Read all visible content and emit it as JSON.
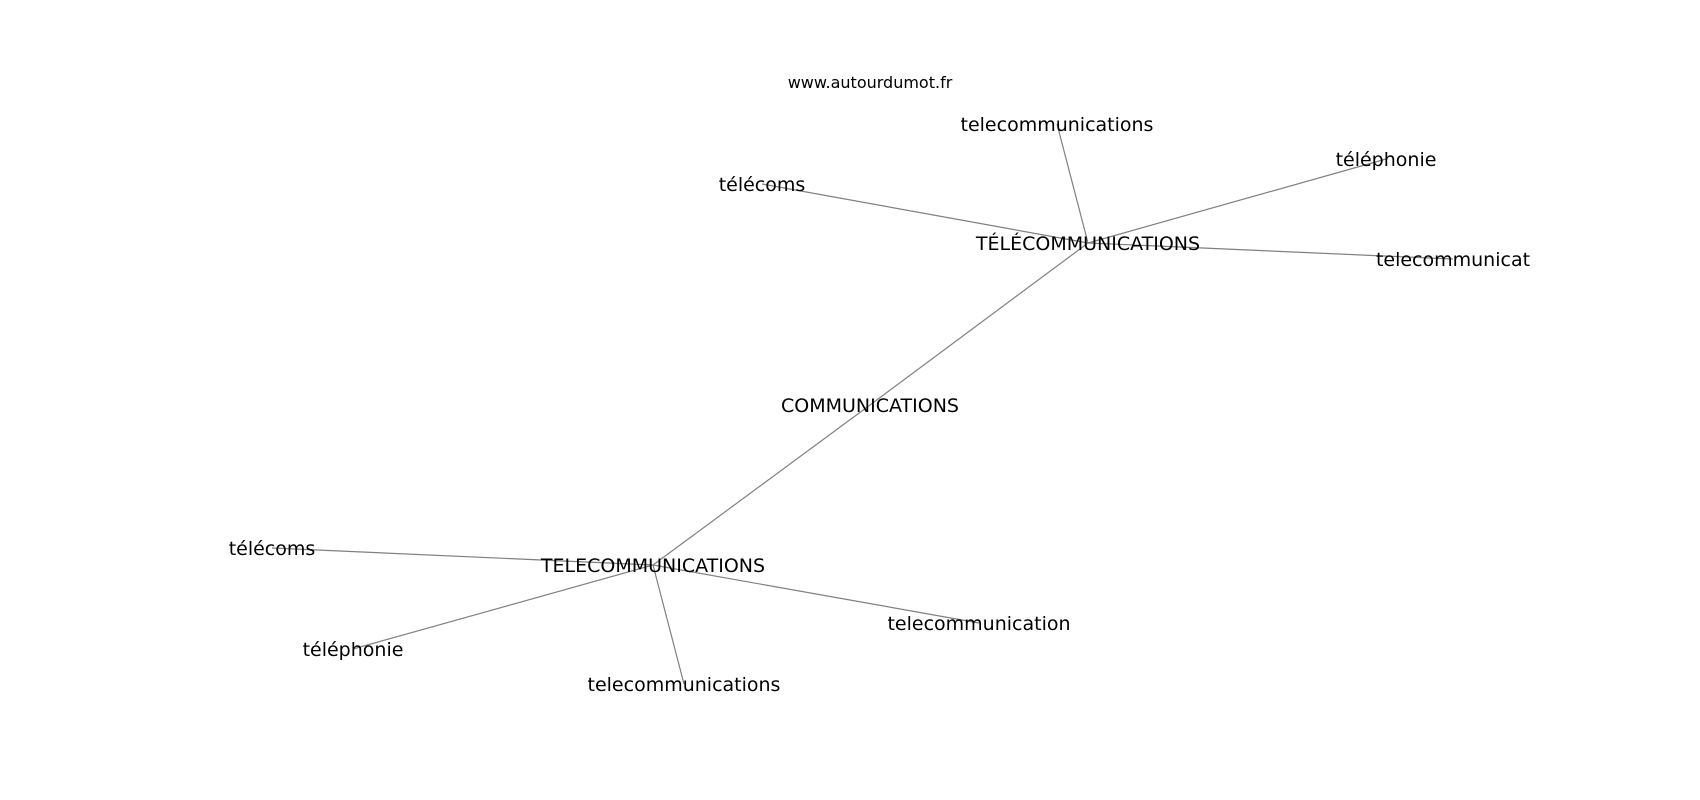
{
  "source_label": "www.autourdumot.fr",
  "nodes": {
    "center": "COMMUNICATIONS",
    "hub_accented": "TÉLÉCOMMUNICATIONS",
    "hub_plain": "TELECOMMUNICATIONS",
    "acc_telecommunications": "telecommunications",
    "acc_telecoms": "télécoms",
    "acc_telephonie": "téléphonie",
    "acc_telecommunicat": "telecommunicat",
    "plain_telecoms": "télécoms",
    "plain_telephonie": "téléphonie",
    "plain_telecommunications": "telecommunications",
    "plain_telecommunication": "telecommunication"
  },
  "edges": [
    [
      "center",
      "hub_accented"
    ],
    [
      "center",
      "hub_plain"
    ],
    [
      "hub_accented",
      "acc_telecommunications"
    ],
    [
      "hub_accented",
      "acc_telecoms"
    ],
    [
      "hub_accented",
      "acc_telephonie"
    ],
    [
      "hub_accented",
      "acc_telecommunicat"
    ],
    [
      "hub_plain",
      "plain_telecoms"
    ],
    [
      "hub_plain",
      "plain_telephonie"
    ],
    [
      "hub_plain",
      "plain_telecommunications"
    ],
    [
      "hub_plain",
      "plain_telecommunication"
    ]
  ]
}
